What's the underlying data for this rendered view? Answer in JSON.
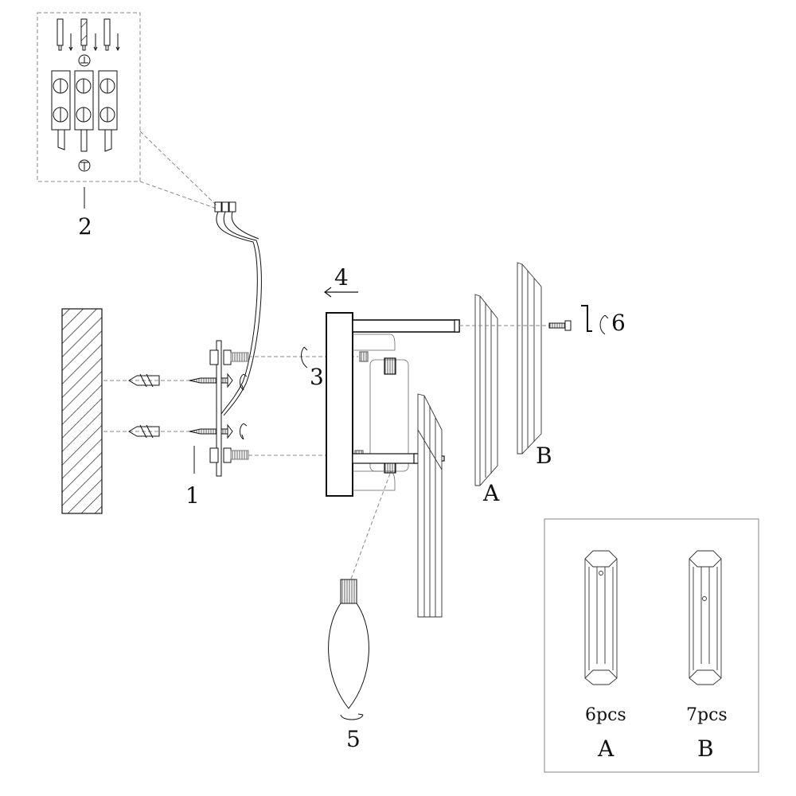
{
  "callouts": {
    "mounting_plate": "1",
    "terminal_block": "2",
    "fix_screws": "3",
    "push_direction": "4",
    "bulb": "5",
    "crystal_screw": "6",
    "crystal_a": "A",
    "crystal_b": "B"
  },
  "parts_box": {
    "a": {
      "qty": "6pcs",
      "letter": "A"
    },
    "b": {
      "qty": "7pcs",
      "letter": "B"
    }
  },
  "colors": {
    "line": "#111111",
    "dash": "#888888",
    "frame": "#999999"
  }
}
